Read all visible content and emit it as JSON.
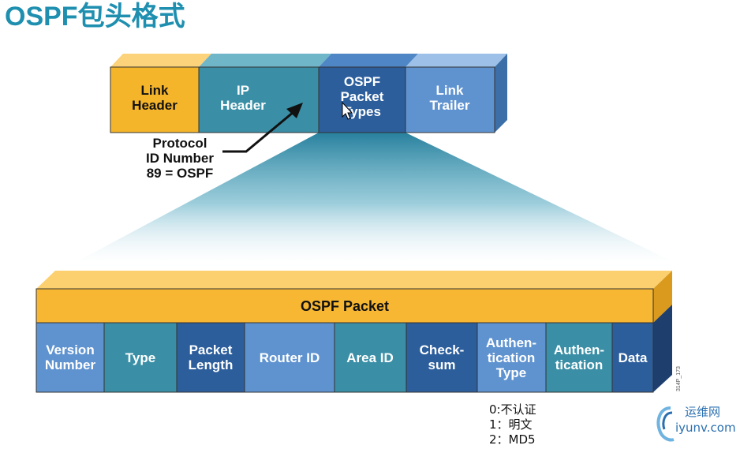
{
  "title": "OSPF包头格式",
  "top_frame": {
    "segments": [
      {
        "line1": "Link",
        "line2": "Header",
        "line3": ""
      },
      {
        "line1": "IP",
        "line2": "Header",
        "line3": ""
      },
      {
        "line1": "OSPF",
        "line2": "Packet",
        "line3": "Types"
      },
      {
        "line1": "Link",
        "line2": "Trailer",
        "line3": ""
      }
    ]
  },
  "protocol_note": {
    "line1": "Protocol",
    "line2": "ID Number",
    "line3": "89 = OSPF"
  },
  "ospf_packet": {
    "label": "OSPF Packet",
    "fields": [
      {
        "line1": "Version",
        "line2": "Number",
        "line3": ""
      },
      {
        "line1": "Type",
        "line2": "",
        "line3": ""
      },
      {
        "line1": "Packet",
        "line2": "Length",
        "line3": ""
      },
      {
        "line1": "Router ID",
        "line2": "",
        "line3": ""
      },
      {
        "line1": "Area ID",
        "line2": "",
        "line3": ""
      },
      {
        "line1": "Check-",
        "line2": "sum",
        "line3": ""
      },
      {
        "line1": "Authen-",
        "line2": "tication",
        "line3": "Type"
      },
      {
        "line1": "Authen-",
        "line2": "tication",
        "line3": ""
      },
      {
        "line1": "Data",
        "line2": "",
        "line3": ""
      }
    ],
    "figure_code": "314P_173"
  },
  "auth_type_notes": [
    "0:不认证",
    "1：明文",
    "2：MD5"
  ],
  "watermark": {
    "line1": "运维网",
    "line2": "iyunv.com"
  },
  "colors": {
    "title": "#1f8fb0",
    "link_header": "#f5b52a",
    "ip_header": "#3a8fa6",
    "ospf_types": "#2c5e9c",
    "link_trailer": "#5f93d0",
    "ospf_packet": "#f7b733"
  }
}
